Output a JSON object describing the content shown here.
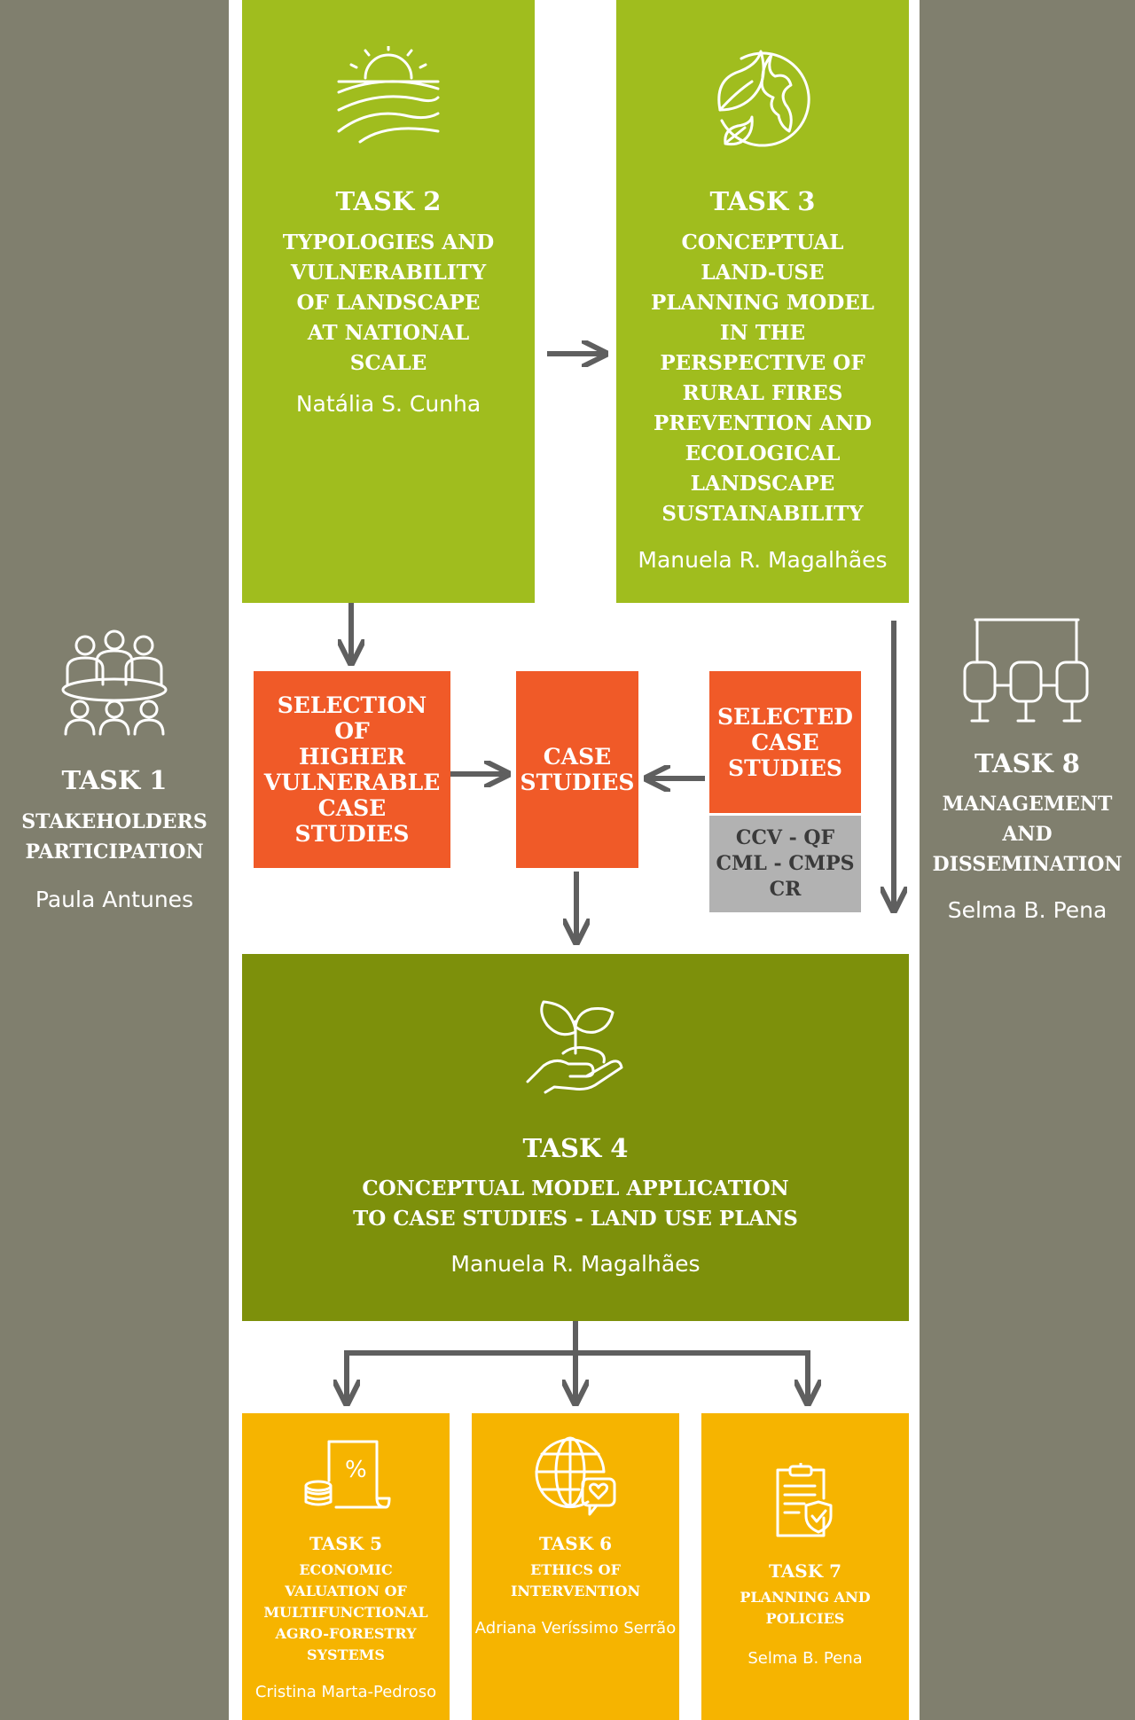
{
  "task1": {
    "title": "TASK 1",
    "subtitle": "STAKEHOLDERS\nPARTICIPATION",
    "person": "Paula Antunes",
    "icon": "meeting-people-icon"
  },
  "task2": {
    "title": "TASK 2",
    "subtitle": "TYPOLOGIES AND\nVULNERABILITY\nOF LANDSCAPE\nAT NATIONAL\nSCALE",
    "person": "Natália S. Cunha",
    "icon": "sunrise-landscape-icon"
  },
  "task3": {
    "title": "TASK 3",
    "subtitle": "CONCEPTUAL\nLAND-USE\nPLANNING MODEL\nIN THE\nPERSPECTIVE OF\nRURAL FIRES\nPREVENTION AND\nECOLOGICAL\nLANDSCAPE\nSUSTAINABILITY",
    "person": "Manuela R. Magalhães",
    "icon": "leaf-globe-icon"
  },
  "task8": {
    "title": "TASK 8",
    "subtitle": "MANAGEMENT\nAND\nDISSEMINATION",
    "person": "Selma B. Pena",
    "icon": "presentation-board-icon"
  },
  "selection_box": {
    "label": "SELECTION\nOF\nHIGHER\nVULNERABLE\nCASE\nSTUDIES"
  },
  "case_studies_box": {
    "label": "CASE\nSTUDIES"
  },
  "selected_box": {
    "label": "SELECTED\nCASE\nSTUDIES",
    "codes": "CCV - QF\nCML - CMPS\nCR"
  },
  "task4": {
    "title": "TASK 4",
    "subtitle": "CONCEPTUAL MODEL APPLICATION\nTO CASE STUDIES - LAND USE PLANS",
    "person": "Manuela R. Magalhães",
    "icon": "plant-in-hand-icon"
  },
  "task5": {
    "title": "TASK 5",
    "subtitle": "ECONOMIC\nVALUATION OF\nMULTIFUNCTIONAL\nAGRO-FORESTRY\nSYSTEMS",
    "person": "Cristina Marta-Pedroso",
    "icon": "percent-document-coins-icon"
  },
  "task6": {
    "title": "TASK 6",
    "subtitle": "ETHICS OF\nINTERVENTION",
    "person": "Adriana Veríssimo Serrão",
    "icon": "globe-heart-chat-icon"
  },
  "task7": {
    "title": "TASK 7",
    "subtitle": "PLANNING AND\nPOLICIES",
    "person": "Selma B. Pena",
    "icon": "clipboard-check-icon"
  },
  "colors": {
    "side_panel": "#807f6e",
    "light_green": "#a0bd1e",
    "dark_green": "#7d900b",
    "orange": "#f05a28",
    "grey": "#b2b2b2",
    "yellow": "#f6b400",
    "arrow": "#5f5f5f"
  }
}
